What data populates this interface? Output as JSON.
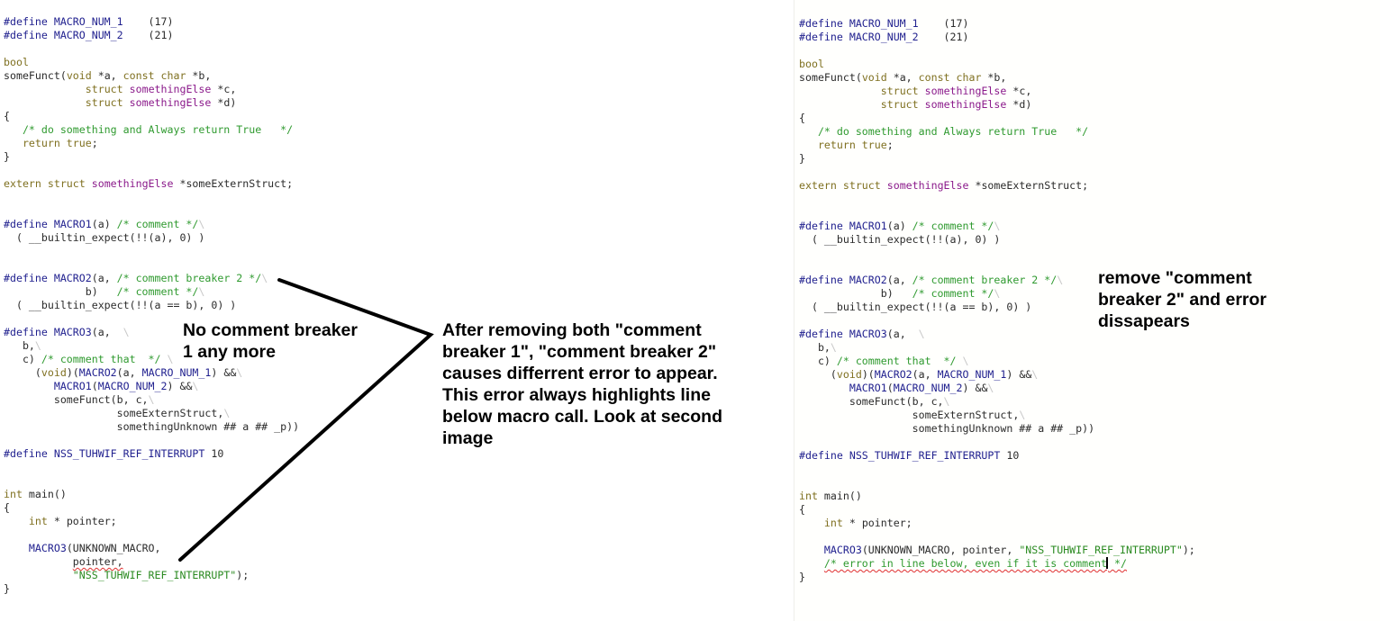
{
  "shared_lines": [
    [
      [
        "d",
        "#define MACRO_NUM_1"
      ],
      [
        "p",
        "    (17)"
      ]
    ],
    [
      [
        "d",
        "#define MACRO_NUM_2"
      ],
      [
        "p",
        "    (21)"
      ]
    ],
    [],
    [
      [
        "k",
        "bool"
      ]
    ],
    [
      [
        "p",
        "someFunct("
      ],
      [
        "k",
        "void"
      ],
      [
        "p",
        " *a, "
      ],
      [
        "k",
        "const char"
      ],
      [
        "p",
        " *b,"
      ]
    ],
    [
      [
        "p",
        "             "
      ],
      [
        "k",
        "struct"
      ],
      [
        "p",
        " "
      ],
      [
        "t",
        "somethingElse"
      ],
      [
        "p",
        " *c,"
      ]
    ],
    [
      [
        "p",
        "             "
      ],
      [
        "k",
        "struct"
      ],
      [
        "p",
        " "
      ],
      [
        "t",
        "somethingElse"
      ],
      [
        "p",
        " *d)"
      ]
    ],
    [
      [
        "p",
        "{"
      ]
    ],
    [
      [
        "c",
        "   /* do something and Always return True   */"
      ]
    ],
    [
      [
        "k",
        "   return true"
      ],
      [
        "p",
        ";"
      ]
    ],
    [
      [
        "p",
        "}"
      ]
    ],
    [],
    [
      [
        "k",
        "extern struct"
      ],
      [
        "p",
        " "
      ],
      [
        "t",
        "somethingElse"
      ],
      [
        "p",
        " *someExternStruct;"
      ]
    ],
    [],
    [],
    [
      [
        "d",
        "#define MACRO1"
      ],
      [
        "p",
        "(a) "
      ],
      [
        "c",
        "/* comment */"
      ],
      [
        "g",
        "\\"
      ]
    ],
    [
      [
        "p",
        "  ( __builtin_expect(!!(a), 0) )"
      ]
    ],
    [],
    [],
    [
      [
        "d",
        "#define MACRO2"
      ],
      [
        "p",
        "(a, "
      ],
      [
        "c",
        "/* comment breaker 2 */"
      ],
      [
        "g",
        "\\"
      ]
    ],
    [
      [
        "p",
        "             b)   "
      ],
      [
        "c",
        "/* comment */"
      ],
      [
        "g",
        "\\"
      ]
    ],
    [
      [
        "p",
        "  ( __builtin_expect(!!(a == b), 0) )"
      ]
    ],
    [],
    [
      [
        "d",
        "#define MACRO3"
      ],
      [
        "p",
        "(a,  "
      ],
      [
        "g",
        "\\"
      ]
    ],
    [
      [
        "p",
        "   b,"
      ],
      [
        "g",
        "\\"
      ]
    ],
    [
      [
        "p",
        "   c) "
      ],
      [
        "c",
        "/* comment that  */"
      ],
      [
        "p",
        " "
      ],
      [
        "g",
        "\\"
      ]
    ],
    [
      [
        "p",
        "     ("
      ],
      [
        "k",
        "void"
      ],
      [
        "p",
        ")("
      ],
      [
        "d",
        "MACRO2"
      ],
      [
        "p",
        "(a, "
      ],
      [
        "d",
        "MACRO_NUM_1"
      ],
      [
        "p",
        ") &&"
      ],
      [
        "g",
        "\\"
      ]
    ],
    [
      [
        "p",
        "        "
      ],
      [
        "d",
        "MACRO1"
      ],
      [
        "p",
        "("
      ],
      [
        "d",
        "MACRO_NUM_2"
      ],
      [
        "p",
        ") &&"
      ],
      [
        "g",
        "\\"
      ]
    ],
    [
      [
        "p",
        "        someFunct(b, c,"
      ],
      [
        "g",
        "\\"
      ]
    ],
    [
      [
        "p",
        "                  someExternStruct,"
      ],
      [
        "g",
        "\\"
      ]
    ],
    [
      [
        "p",
        "                  somethingUnknown ## a ## _p))"
      ]
    ],
    [],
    [
      [
        "d",
        "#define NSS_TUHWIF_REF_INTERRUPT"
      ],
      [
        "p",
        " 10"
      ]
    ],
    [],
    [],
    [
      [
        "k",
        "int"
      ],
      [
        "p",
        " main()"
      ]
    ],
    [
      [
        "p",
        "{"
      ]
    ],
    [
      [
        "p",
        "    "
      ],
      [
        "k",
        "int"
      ],
      [
        "p",
        " * pointer;"
      ]
    ],
    []
  ],
  "left_tail": [
    [
      [
        "p",
        "    "
      ],
      [
        "d",
        "MACRO3"
      ],
      [
        "p",
        "(UNKNOWN_MACRO,"
      ]
    ],
    [
      [
        "p",
        "           "
      ],
      [
        "e",
        "pointer,"
      ]
    ],
    [
      [
        "p",
        "           "
      ],
      [
        "s",
        "\"NSS_TUHWIF_REF_INTERRUPT\""
      ],
      [
        "p",
        ");"
      ]
    ],
    [
      [
        "p",
        "}"
      ]
    ]
  ],
  "right_tail": [
    [
      [
        "p",
        "    "
      ],
      [
        "d",
        "MACRO3"
      ],
      [
        "p",
        "(UNKNOWN_MACRO, pointer, "
      ],
      [
        "s",
        "\"NSS_TUHWIF_REF_INTERRUPT\""
      ],
      [
        "p",
        ");"
      ]
    ],
    [
      [
        "p",
        "    "
      ],
      [
        "ce",
        "/* error in line below, even if it is comment"
      ],
      [
        "cursor",
        ""
      ],
      [
        "ce",
        " */"
      ]
    ],
    [
      [
        "p",
        "}"
      ]
    ]
  ],
  "notes": {
    "left": "No comment breaker 1 any more",
    "middle": "After removing both  \"comment breaker 1\", \"comment breaker 2\" causes differrent error to appear. This error always highlights line below macro call. Look at second image",
    "right": "remove \"comment breaker 2\" and error dissapears"
  }
}
